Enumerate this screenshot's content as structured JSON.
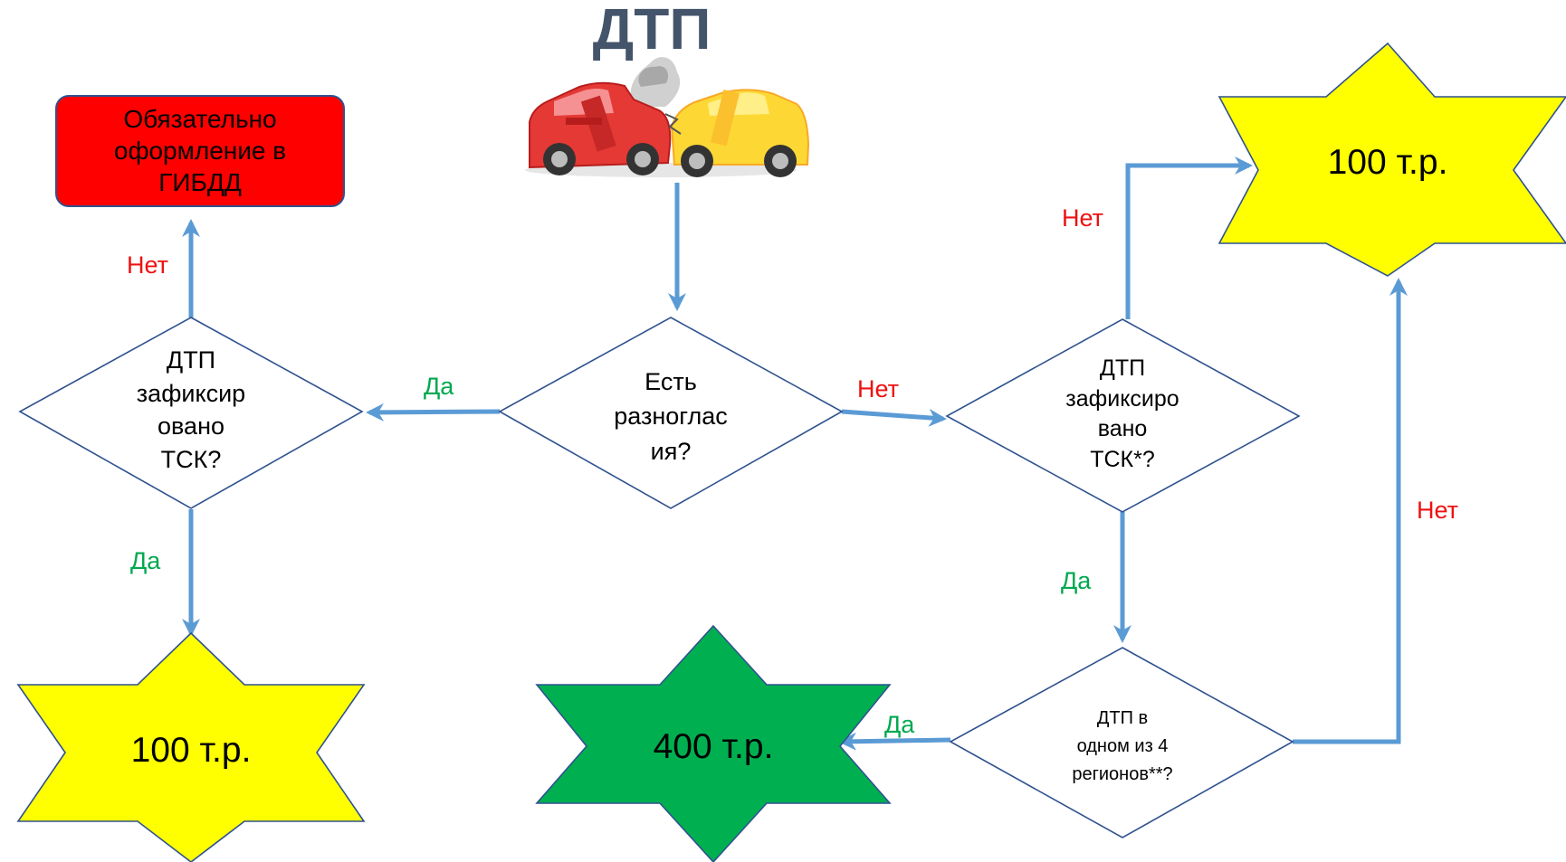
{
  "title": "ДТП",
  "nodes": {
    "gibdd": "Обязательно оформление в ГИБДД",
    "q_disagree": [
      "Есть",
      "разноглас",
      "ия?"
    ],
    "q_tsk_left": [
      "ДТП",
      "зафиксир",
      "овано",
      "ТСК?"
    ],
    "q_tsk_right": [
      "ДТП",
      "зафиксиро",
      "вано",
      "ТСК*?"
    ],
    "q_regions": [
      "ДТП в",
      "одном из 4",
      "регионов**?"
    ],
    "star_left": "100 т.р.",
    "star_right": "100 т.р.",
    "star_green": "400 т.р."
  },
  "edges": {
    "yes": "Да",
    "no": "Нет"
  },
  "colors": {
    "arrow": "#5b9bd5",
    "yellow_star": "#ffff00",
    "green_star": "#00b050",
    "red_box": "#ff0000",
    "no_label": "#ee1111",
    "yes_label": "#00a84f",
    "title": "#44546a"
  },
  "icons": [
    "car-crash-illustration"
  ]
}
